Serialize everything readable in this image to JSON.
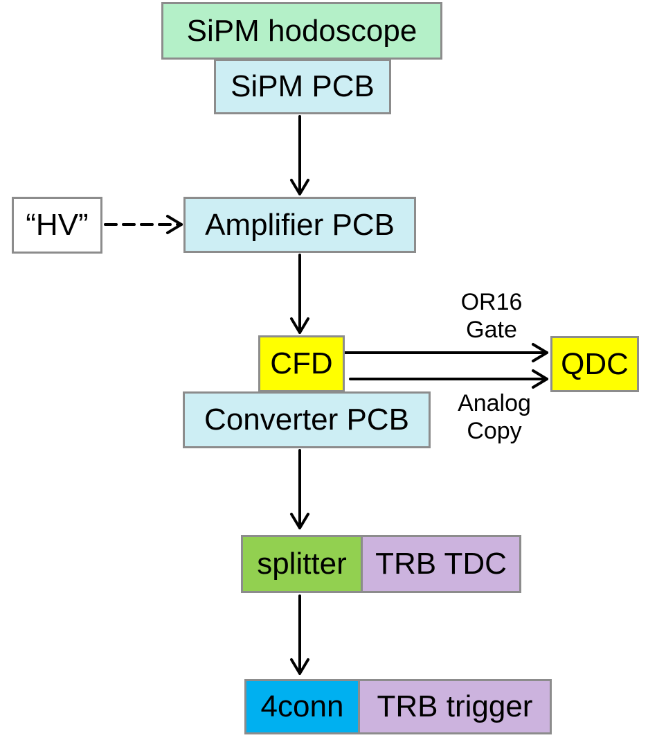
{
  "colors": {
    "hodoscope": "#b4f0c8",
    "pcb": "#cdeef4",
    "cfd_qdc": "#ffff00",
    "splitter": "#92d050",
    "trb": "#ccb3de",
    "fourconn": "#00b0f0",
    "hv": "#ffffff",
    "border": "#8c8c8c",
    "arrow": "#000000"
  },
  "nodes": {
    "sipm_hodoscope": "SiPM hodoscope",
    "sipm_pcb": "SiPM PCB",
    "hv": "“HV”",
    "amplifier_pcb": "Amplifier PCB",
    "cfd": "CFD",
    "qdc": "QDC",
    "converter_pcb": "Converter PCB",
    "splitter": "splitter",
    "trb_tdc": "TRB TDC",
    "fourconn": "4conn",
    "trb_trigger": "TRB trigger"
  },
  "edge_labels": {
    "or16_line1": "OR16",
    "or16_line2": "Gate",
    "analog_line1": "Analog",
    "analog_line2": "Copy"
  },
  "edges": [
    {
      "from": "sipm_pcb",
      "to": "amplifier_pcb",
      "style": "solid"
    },
    {
      "from": "hv",
      "to": "amplifier_pcb",
      "style": "dashed"
    },
    {
      "from": "amplifier_pcb",
      "to": "cfd",
      "style": "solid"
    },
    {
      "from": "cfd",
      "to": "qdc",
      "style": "solid",
      "label": "OR16 Gate"
    },
    {
      "from": "cfd",
      "to": "qdc",
      "style": "solid",
      "label": "Analog Copy"
    },
    {
      "from": "converter_pcb",
      "to": "splitter",
      "style": "solid"
    },
    {
      "from": "splitter",
      "to": "fourconn",
      "style": "solid"
    }
  ]
}
